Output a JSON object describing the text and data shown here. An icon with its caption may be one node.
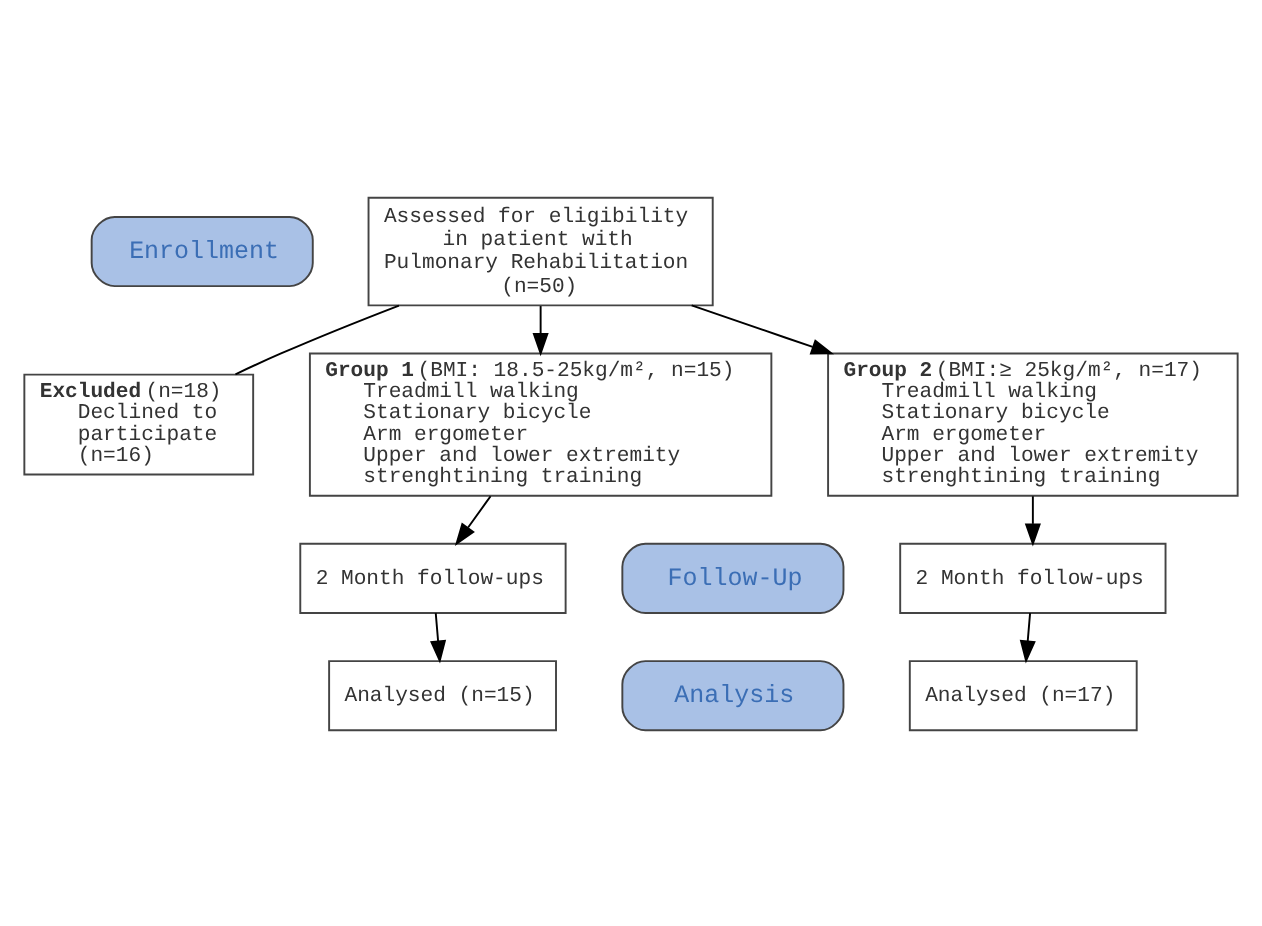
{
  "diagram": {
    "nodes": [
      {
        "text": [
          "Enrollment"
        ]
      },
      {
        "text": [
          "Assessed for eligibility in patient with Pulmonary Rehabilitation (n=50)"
        ]
      },
      {
        "text": [
          "Excluded",
          "(n=18)",
          "Declined to participate (n=16)"
        ]
      },
      {
        "text": [
          "Group 1",
          "(BMI: 18.5-25kg/m², n=15)",
          "Treadmill walking",
          "Stationary bicycle",
          "Arm ergometer",
          "Upper and lower extremity strenghtining training"
        ]
      },
      {
        "text": [
          "Group 2",
          "(BMI:≥ 25kg/m², n=17)",
          "Treadmill walking",
          "Stationary bicycle",
          "Arm ergometer",
          "Upper and lower extremity strenghtining training"
        ]
      },
      {
        "text": [
          "Follow-Up"
        ]
      },
      {
        "text": [
          "2 Month follow-ups"
        ]
      },
      {
        "text": [
          "2 Month follow-ups"
        ]
      },
      {
        "text": [
          "Analysis"
        ]
      },
      {
        "text": [
          "Analysed (n=15)"
        ]
      },
      {
        "text": [
          "Analysed (n=17)"
        ]
      }
    ],
    "edges": [
      {
        "from": 1,
        "to": 2,
        "arrow": "none"
      },
      {
        "from": 1,
        "to": 3,
        "arrow": "to"
      },
      {
        "from": 1,
        "to": 4,
        "arrow": "to"
      },
      {
        "from": 3,
        "to": 6,
        "arrow": "to"
      },
      {
        "from": 4,
        "to": 7,
        "arrow": "to"
      },
      {
        "from": 6,
        "to": 9,
        "arrow": "to"
      },
      {
        "from": 7,
        "to": 10,
        "arrow": "to"
      }
    ]
  }
}
